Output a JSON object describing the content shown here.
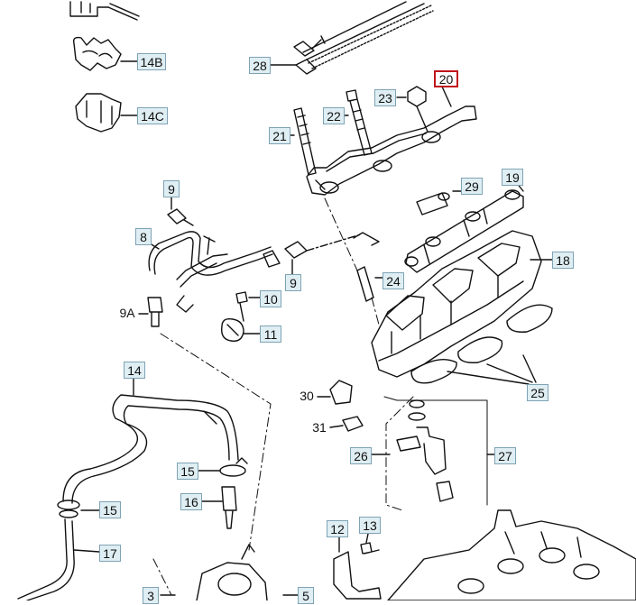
{
  "diagram": {
    "callouts": [
      {
        "id": "c14B",
        "label": "14B",
        "style": "boxed"
      },
      {
        "id": "c14C",
        "label": "14C",
        "style": "boxed"
      },
      {
        "id": "c28",
        "label": "28",
        "style": "boxed"
      },
      {
        "id": "c20",
        "label": "20",
        "style": "highlighted"
      },
      {
        "id": "c23",
        "label": "23",
        "style": "boxed"
      },
      {
        "id": "c22",
        "label": "22",
        "style": "boxed"
      },
      {
        "id": "c21",
        "label": "21",
        "style": "boxed"
      },
      {
        "id": "c19",
        "label": "19",
        "style": "boxed"
      },
      {
        "id": "c29",
        "label": "29",
        "style": "boxed"
      },
      {
        "id": "c9top",
        "label": "9",
        "style": "boxed"
      },
      {
        "id": "c8",
        "label": "8",
        "style": "boxed"
      },
      {
        "id": "c18",
        "label": "18",
        "style": "boxed"
      },
      {
        "id": "c9mid",
        "label": "9",
        "style": "boxed"
      },
      {
        "id": "c24",
        "label": "24",
        "style": "boxed"
      },
      {
        "id": "c10",
        "label": "10",
        "style": "boxed"
      },
      {
        "id": "c9A",
        "label": "9A",
        "style": "plain"
      },
      {
        "id": "c11",
        "label": "11",
        "style": "boxed"
      },
      {
        "id": "c14",
        "label": "14",
        "style": "boxed"
      },
      {
        "id": "c25",
        "label": "25",
        "style": "boxed"
      },
      {
        "id": "c30",
        "label": "30",
        "style": "plain"
      },
      {
        "id": "c31",
        "label": "31",
        "style": "plain"
      },
      {
        "id": "c26",
        "label": "26",
        "style": "boxed"
      },
      {
        "id": "c27",
        "label": "27",
        "style": "boxed"
      },
      {
        "id": "c15a",
        "label": "15",
        "style": "boxed"
      },
      {
        "id": "c16",
        "label": "16",
        "style": "boxed"
      },
      {
        "id": "c15b",
        "label": "15",
        "style": "boxed"
      },
      {
        "id": "c17",
        "label": "17",
        "style": "boxed"
      },
      {
        "id": "c12",
        "label": "12",
        "style": "boxed"
      },
      {
        "id": "c13",
        "label": "13",
        "style": "boxed"
      },
      {
        "id": "c3",
        "label": "3",
        "style": "boxed"
      },
      {
        "id": "c5",
        "label": "5",
        "style": "boxed"
      }
    ]
  }
}
